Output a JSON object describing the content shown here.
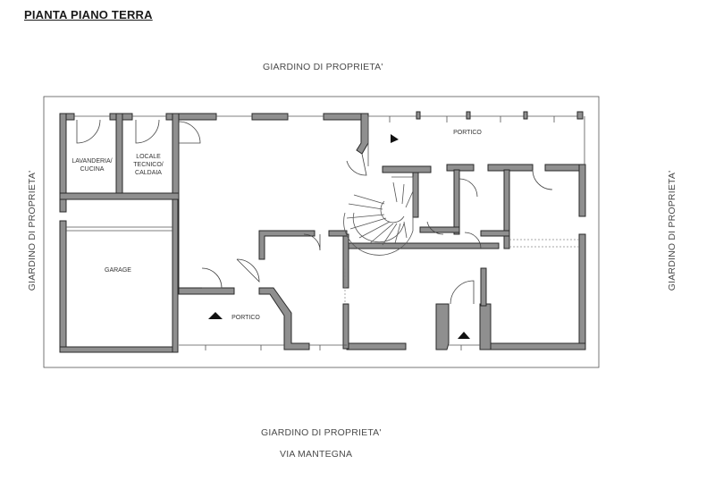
{
  "title": "PIANTA PIANO TERRA",
  "labels": {
    "garden_top": "GIARDINO DI PROPRIETA'",
    "garden_left": "GIARDINO DI PROPRIETA'",
    "garden_right": "GIARDINO DI PROPRIETA'",
    "garden_bottom": "GIARDINO DI PROPRIETA'",
    "street": "VIA MANTEGNA"
  },
  "rooms": {
    "laundry": "LAVANDERIA/\nCUCINA",
    "technical": "LOCALE\nTECNICO/\nCALDAIA",
    "garage": "GARAGE",
    "porch_top": "PORTICO",
    "porch_bottom": "PORTICO"
  }
}
